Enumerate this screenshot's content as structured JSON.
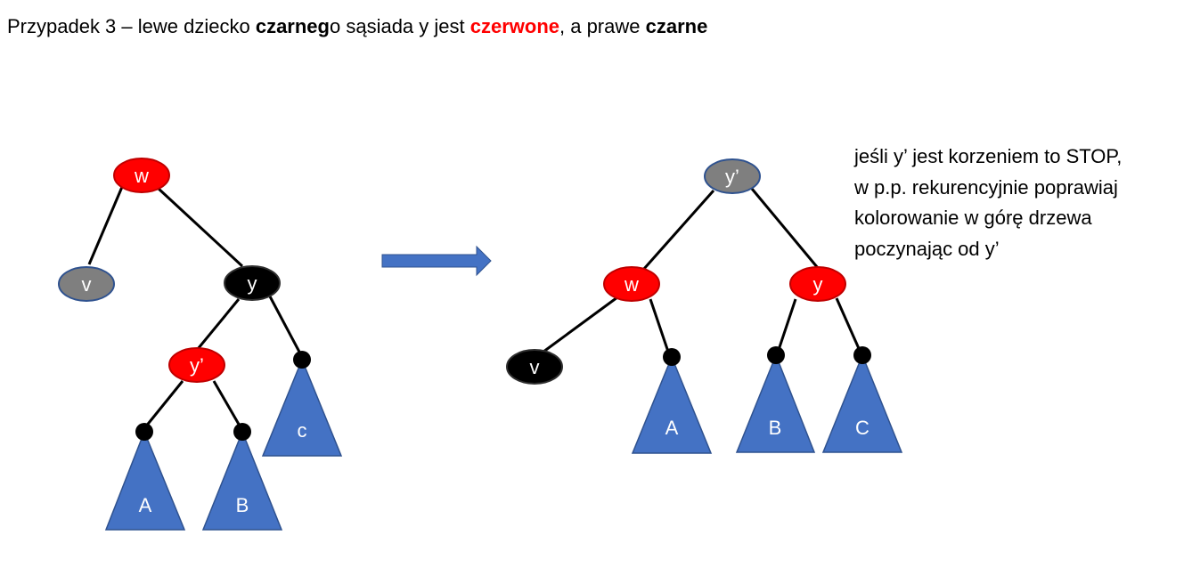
{
  "heading": {
    "prefix": "Przypadek 3 – lewe dziecko ",
    "bold1": "czarneg",
    "mid1": "o sąsiada y jest ",
    "red": "czerwone",
    "mid2": ", a prawe ",
    "bold2": "czarne"
  },
  "note": {
    "lines": [
      "jeśli y’ jest korzeniem to STOP,",
      "w p.p. rekurencyjnie poprawiaj",
      "kolorowanie w górę drzewa",
      "poczynając od y’"
    ]
  },
  "colors": {
    "red": "#ff0000",
    "black": "#000000",
    "gray": "#7f7f7f",
    "subtree": "#4472c4",
    "subtree_stroke": "#2f528f",
    "arrow": "#4472c4"
  },
  "before": {
    "nodes": {
      "w": {
        "label": "w",
        "color": "red"
      },
      "v": {
        "label": "v",
        "color": "gray"
      },
      "y": {
        "label": "y",
        "color": "black"
      },
      "yp": {
        "label": "y’",
        "color": "red"
      }
    },
    "subtrees": {
      "A": "A",
      "B": "B",
      "C": "c"
    }
  },
  "after": {
    "nodes": {
      "yp": {
        "label": "y’",
        "color": "gray"
      },
      "w": {
        "label": "w",
        "color": "red"
      },
      "y": {
        "label": "y",
        "color": "red"
      },
      "v": {
        "label": "v",
        "color": "black"
      }
    },
    "subtrees": {
      "A": "A",
      "B": "B",
      "C": "C"
    }
  }
}
